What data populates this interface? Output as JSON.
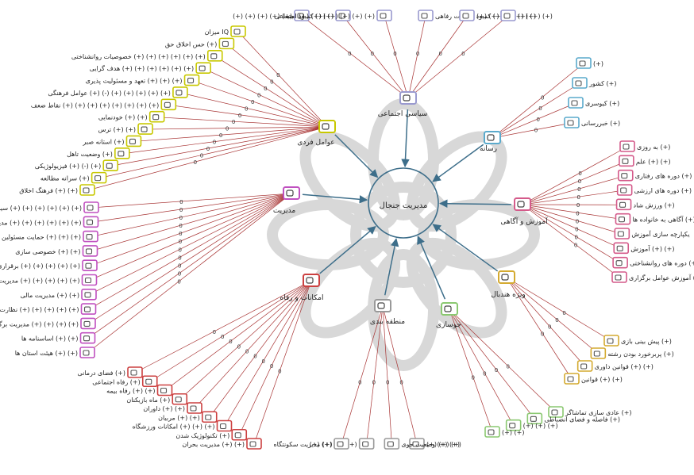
{
  "center": {
    "label": "مدیریت جنجال"
  },
  "colors": {
    "arrow": "#3d6e8a",
    "line": "#a83434",
    "text": "#222222",
    "watermark": "#d8d8d8"
  },
  "categories": [
    {
      "id": "individual",
      "label": "عوامل فردی",
      "color": "#c8c800",
      "codes": [
        "میزان IQ",
        "حس اخلاق حق (+)",
        "خصوصیات روانشناختی (+) (+) (+) (+) (+) (+)",
        "هدف گرایی (+) (+) (+) (+) (+) (+)",
        "تعهد و مسئولیت پذیری (+) (+) (+)",
        "عوامل فرهنگی (+) (-) (+) (+) (+) (+) (+)",
        "نقاط ضعف (+) (+) (+) (+) (+) (+) (+) (+)",
        "خودنمایی (+) (+)",
        "ترس (+) (+)",
        "استانه صبر (+)",
        "وضعیت تاهل (+)",
        "فیزیولوژیکی (+) (-) (+)",
        "سرانه مطالعه (+)",
        "فرهنگ اخلاق (+) (+)"
      ]
    },
    {
      "id": "social-politics",
      "label": "سیاسی اجتماعی",
      "color": "#9a9acf",
      "codes": [
        "(+) (+) (+) (+) (+)",
        "امنیت (+) (+) (+)",
        "کمبود اجتماعی (+) (+) (+) (+) (+)",
        "کمبود امکانات رفاهی (+) (+)",
        "(+) (+) (+) (+) (+)",
        "(+) (+) (+)"
      ]
    },
    {
      "id": "media",
      "label": "رسانه",
      "color": "#5aaacc",
      "codes": [
        "(+)",
        "کشور (+)",
        "کیوسری (+)",
        "خبررسانی (+)"
      ]
    },
    {
      "id": "education",
      "label": "آموزش و آگاهی",
      "color": "#d45a8a",
      "codes": [
        "به روزی (+)",
        "علم (+) (+)",
        "دوره های رفتاری (+) (+) (+)",
        "دوره های ارزشی (+)",
        "ورزش شاد (+)",
        "آگاهی به خانواده ها (+) (+) (+)",
        "یکپارچه سازی آموزش",
        "آموزش (+) (+)",
        "دوره های روانشناختی (+) (+)",
        "آموزش عوامل برگزاری (+)"
      ]
    },
    {
      "id": "special",
      "label": "ویژه هندبال",
      "color": "#d4aa30",
      "codes": [
        "پیش بینی بازی (+)",
        "پربرخورد بودن رشته (+)",
        "قوانین داوری (+) (+)",
        "قوانین (+) (+)"
      ]
    },
    {
      "id": "atmosphere",
      "label": "جوسازی",
      "color": "#8ac870",
      "codes": [
        "عادی سازی تماشاگر (+)",
        "فاصله و فضای انضباطی (+)",
        "(+) (+) (+)",
        "(+) (+)"
      ]
    },
    {
      "id": "zoning",
      "label": "منطقه بندی",
      "color": "#999999",
      "codes": [
        "(+) (+) (+)",
        "وضعیت جوی (+) (+)",
        "مدیریت سکونتگاه (+) (+) (+)",
        "(+) (+)"
      ]
    },
    {
      "id": "facilities",
      "label": "امکانات و رفاه",
      "color": "#cc4040",
      "codes": [
        "مدیریت بحران (+) (+)",
        "تکنولوژیک شدن (+)",
        "امکانات ورزشگاه (+) (+) (+)",
        "مربیان (+) (+)",
        "داوران (+) (+)",
        "ماه بازیکنان (+)",
        "رفاه بیمه (+) (+)",
        "رفاه اجتماعی (+)",
        "فضای درمانی (+)"
      ]
    },
    {
      "id": "management",
      "label": "مدیریت",
      "color": "#c050c0",
      "codes": [
        "سیستم پاداش و تنبیه (+) (+) (+) (+) (+) (+)",
        "مدیریت منابع انسانی (+) (+) (+) (+) (+) (+)",
        "حمایت مسئولین رده بالا (+) (+) (+)",
        "خصوصی سازی (+) (+)",
        "برقراری عدالت (+) (+) (+) (+) (+)",
        "مدیریت رفتار سازمانی (+) (+) (+) (+) (+)",
        "مدیریت مالی (+) (+)",
        "نظارت و ارزیابی (+) (+) (+) (+) (+)",
        "مدیریت برگزاری رویدادها (+) (+) (+) (+)",
        "اساسنامه ها (+) (+)",
        "هیئت استان ها (+) (+)"
      ]
    }
  ]
}
